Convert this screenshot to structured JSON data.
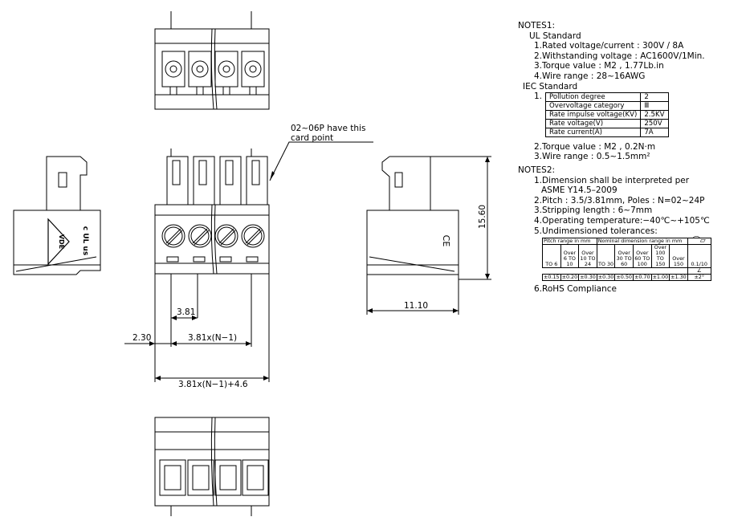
{
  "drawing": {
    "card_point_note": [
      "02~06P have this",
      "card point"
    ],
    "dim_pitch": "3.81",
    "dim_offset": "2.30",
    "dim_span": "3.81x(N−1)",
    "dim_total": "3.81x(N−1)+4.6",
    "dim_height": "15.60",
    "dim_depth": "11.10",
    "vde_mark": "VDE",
    "ul_mark": "c UL us",
    "ce_mark": "CE"
  },
  "notes1": {
    "title": "NOTES1:",
    "ul_title": "UL Standard",
    "ul_items": [
      "1.Rated voltage/current : 300V / 8A",
      "2.Withstanding voltage : AC1600V/1Min.",
      "3.Torque value : M2 , 1.77Lb.in",
      "4.Wire range : 28~16AWG"
    ],
    "iec_title": "IEC Standard",
    "iec_num": "1.",
    "iec_table": [
      {
        "label": "Pollution degree",
        "value": "2"
      },
      {
        "label": "Overvoltage category",
        "value": "Ⅲ"
      },
      {
        "label": "Rate impulse voltage(KV)",
        "value": "2.5KV"
      },
      {
        "label": "Rate voltage(V)",
        "value": "250V"
      },
      {
        "label": "Rate current(A)",
        "value": "7A"
      }
    ],
    "iec_items": [
      "2.Torque value : M2 , 0.2N·m",
      "3.Wire range : 0.5~1.5mm²"
    ]
  },
  "notes2": {
    "title": "NOTES2:",
    "items": [
      "1.Dimension shall be interpreted per",
      "ASME  Y14.5–2009",
      "2.Pitch : 3.5/3.81mm, Poles : N=02~24P",
      "3.Stripping length : 6~7mm",
      "4.Operating temperature:−40℃~+105℃",
      "5.Undimensioned tolerances:"
    ],
    "rohs": "6.RoHS Compliance",
    "tolerance": {
      "pitch_header": "Pitch range in mm",
      "nominal_header": "Nominal dimension range in mm",
      "ranges": [
        "TO 6",
        "Over 6 TO 10",
        "Over 10 TO 24",
        "TO 30",
        "Over 30 TO 60",
        "Over 60 TO 100",
        "Over 100 TO 150",
        "Over 150"
      ],
      "values": [
        "±0.15",
        "±0.20",
        "±0.30",
        "±0.30",
        "±0.50",
        "±0.70",
        "±1.00",
        "±1.30"
      ],
      "flat_value": "0.1/10",
      "angle_value": "±2°"
    }
  }
}
